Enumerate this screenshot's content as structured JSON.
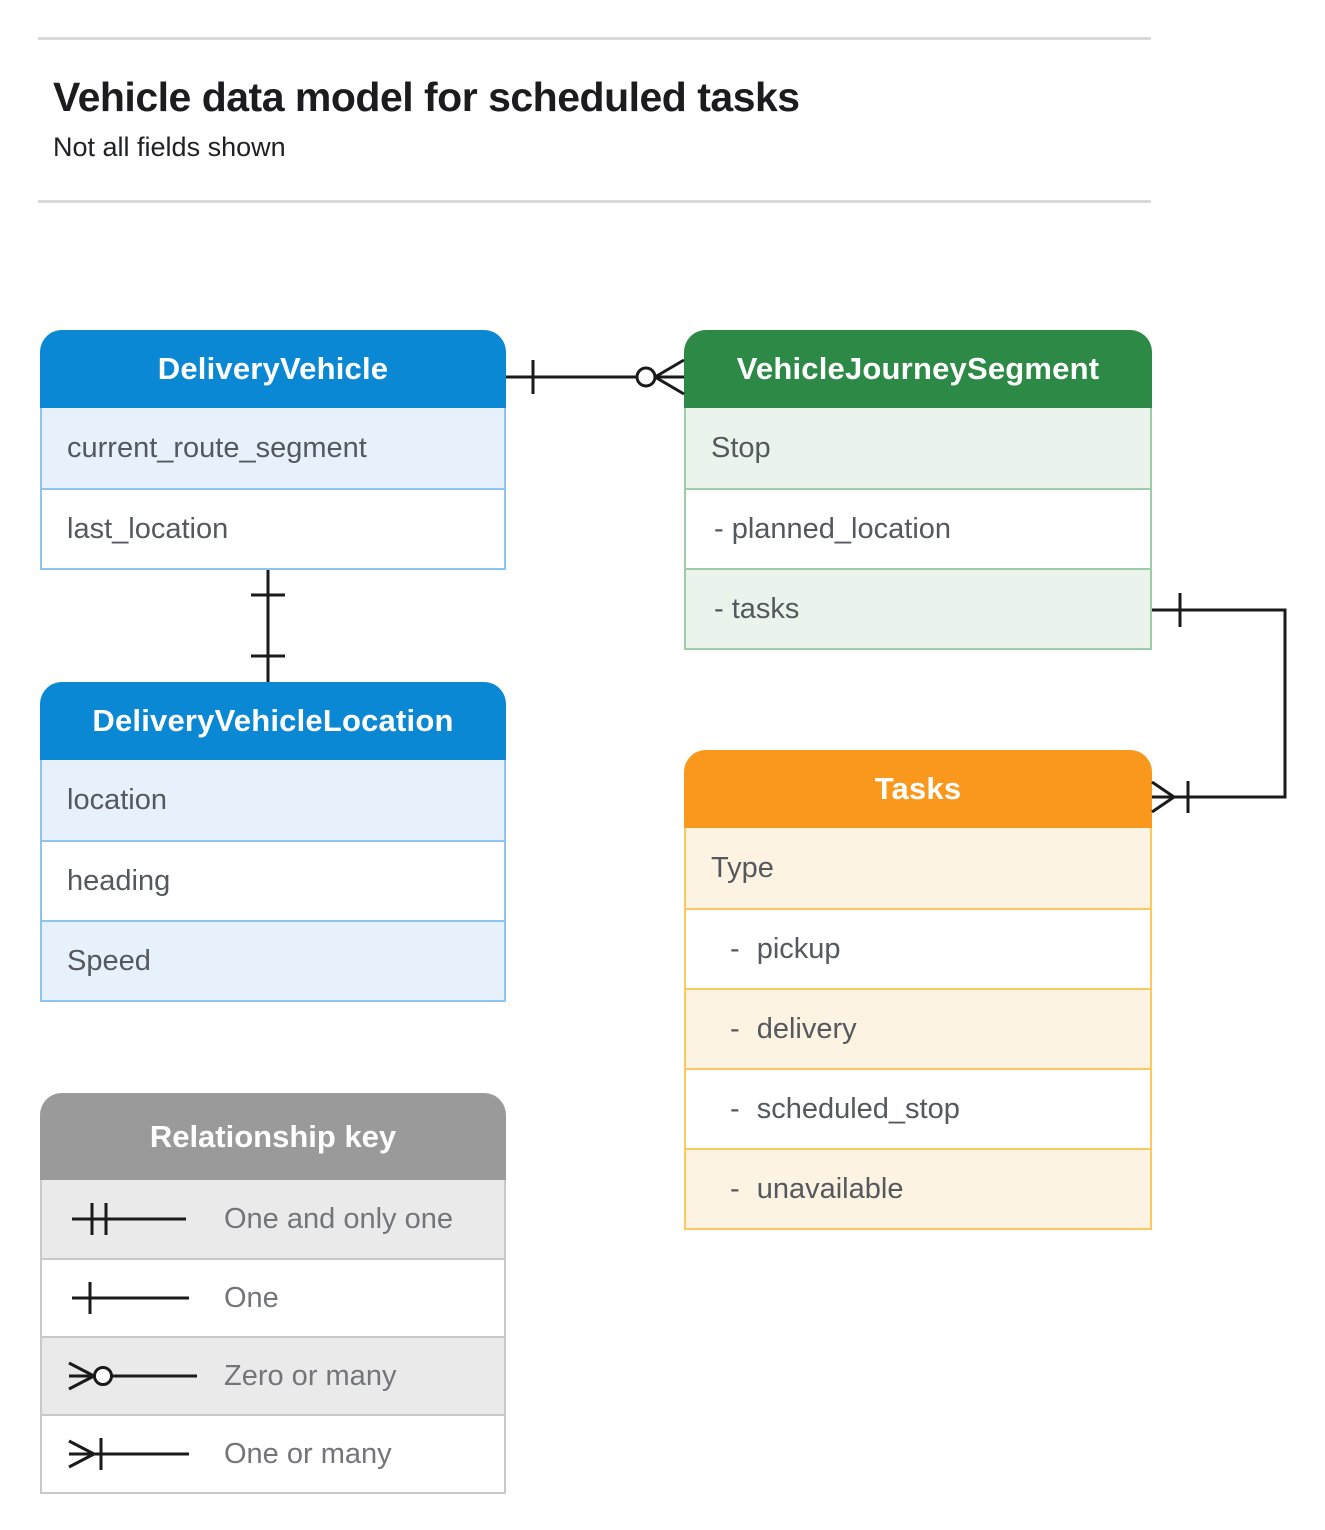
{
  "page": {
    "title": "Vehicle data model for scheduled tasks",
    "subtitle": "Not all fields shown"
  },
  "entities": [
    {
      "name": "DeliveryVehicle",
      "theme_color": "#0b88d3",
      "fields": [
        "current_route_segment",
        "last_location"
      ]
    },
    {
      "name": "VehicleJourneySegment",
      "theme_color": "#2d8a46",
      "fields": [
        "Stop",
        "- planned_location",
        "- tasks"
      ]
    },
    {
      "name": "DeliveryVehicleLocation",
      "theme_color": "#0b88d3",
      "fields": [
        "location",
        "heading",
        "Speed"
      ]
    },
    {
      "name": "Tasks",
      "theme_color": "#f9981c",
      "fields": [
        "Type",
        "- pickup",
        "- delivery",
        "- scheduled_stop",
        "- unavailable"
      ]
    }
  ],
  "relationship_key": {
    "title": "Relationship key",
    "items": [
      {
        "symbol": "one-and-only-one",
        "label": "One and only one"
      },
      {
        "symbol": "one",
        "label": "One"
      },
      {
        "symbol": "zero-or-many",
        "label": "Zero or many"
      },
      {
        "symbol": "one-or-many",
        "label": "One or many"
      }
    ]
  },
  "connections": [
    {
      "from": "DeliveryVehicle",
      "to": "VehicleJourneySegment",
      "from_cardinality": "one",
      "to_cardinality": "zero-or-many"
    },
    {
      "from": "DeliveryVehicle",
      "to": "DeliveryVehicleLocation",
      "from_cardinality": "one",
      "to_cardinality": "one"
    },
    {
      "from": "VehicleJourneySegment.tasks",
      "to": "Tasks",
      "from_cardinality": "one",
      "to_cardinality": "one-or-many"
    }
  ],
  "colors": {
    "blue_header": "#0b88d3",
    "blue_row": "#e7f1fc",
    "blue_border": "#8fc4f0",
    "green_header": "#2d8a46",
    "green_row": "#eaf3ec",
    "green_border": "#9dcca6",
    "orange_header": "#f9981c",
    "orange_row": "#fdf3e2",
    "orange_border": "#fdc95f",
    "gray_header": "#9a9a9a",
    "gray_row": "#eaeaea",
    "connector": "#1a1a1a",
    "divider": "#d9d9d9"
  }
}
